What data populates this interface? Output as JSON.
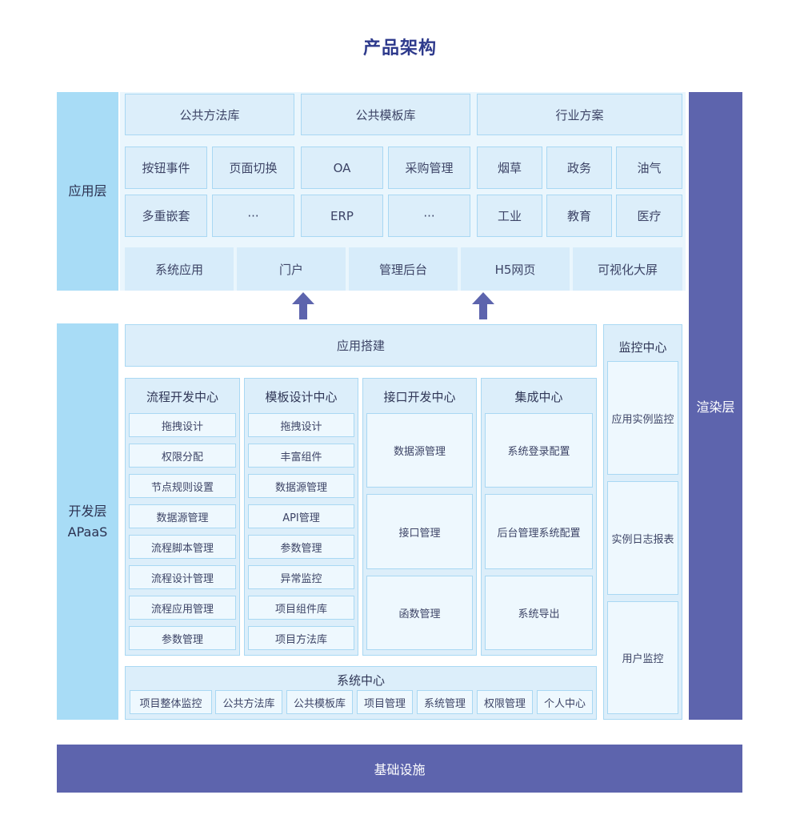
{
  "title": "产品架构",
  "left_labels": {
    "app_layer": "应用层",
    "dev_layer_line1": "开发层",
    "dev_layer_line2": "APaaS"
  },
  "render_layer": "渲染层",
  "infrastructure": "基础设施",
  "app_layer": {
    "top_row": [
      "公共方法库",
      "公共模板库",
      "行业方案"
    ],
    "grid": {
      "col1": [
        "按钮事件",
        "页面切换",
        "多重嵌套",
        "···"
      ],
      "col2": [
        "OA",
        "采购管理",
        "ERP",
        "···"
      ],
      "col3": [
        "烟草",
        "政务",
        "油气",
        "工业",
        "教育",
        "医疗"
      ]
    },
    "bottom_row": [
      "系统应用",
      "门户",
      "管理后台",
      "H5网页",
      "可视化大屏"
    ]
  },
  "dev_layer": {
    "app_build": "应用搭建",
    "centers": [
      {
        "name": "流程开发中心",
        "items": [
          "拖拽设计",
          "权限分配",
          "节点规则设置",
          "数据源管理",
          "流程脚本管理",
          "流程设计管理",
          "流程应用管理",
          "参数管理"
        ]
      },
      {
        "name": "模板设计中心",
        "items": [
          "拖拽设计",
          "丰富组件",
          "数据源管理",
          "API管理",
          "参数管理",
          "异常监控",
          "项目组件库",
          "项目方法库"
        ]
      },
      {
        "name": "接口开发中心",
        "items": [
          "数据源管理",
          "接口管理",
          "函数管理"
        ]
      },
      {
        "name": "集成中心",
        "items": [
          "系统登录配置",
          "后台管理系统配置",
          "系统导出"
        ]
      }
    ],
    "system_center": {
      "name": "系统中心",
      "items": [
        "项目整体监控",
        "公共方法库",
        "公共模板库",
        "项目管理",
        "系统管理",
        "权限管理",
        "个人中心"
      ]
    },
    "monitor_center": {
      "name": "监控中心",
      "items": [
        "应用实例监控",
        "实例日志报表",
        "用户监控"
      ]
    }
  },
  "colors": {
    "title": "#2e3a8c",
    "side_blue": "#a8dcf6",
    "dark_indigo": "#5d64ad",
    "box_fill": "#dceefa",
    "box_border": "#a9d8f3",
    "arrow": "#5d64ad"
  }
}
